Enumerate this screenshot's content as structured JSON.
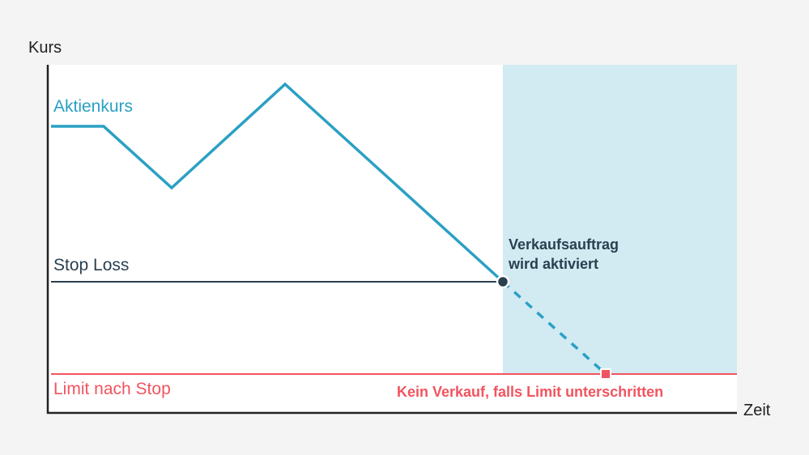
{
  "axes": {
    "y_label": "Kurs",
    "x_label": "Zeit"
  },
  "labels": {
    "series": "Aktienkurs",
    "stop_loss": "Stop Loss",
    "limit": "Limit nach Stop"
  },
  "annotations": {
    "activate_line1": "Verkaufsauftrag",
    "activate_line2": "wird aktiviert",
    "no_sale": "Kein Verkauf, falls Limit unterschritten"
  },
  "colors": {
    "price": "#2aa0c4",
    "stop_loss": "#2a4050",
    "limit": "#f2545f",
    "shade": "#d2eaf2",
    "axis": "#222222"
  },
  "chart_data": {
    "type": "line",
    "title": "",
    "xlabel": "Zeit",
    "ylabel": "Kurs",
    "grid": false,
    "series": [
      {
        "name": "Aktienkurs",
        "style": "solid",
        "points": [
          [
            63,
            156
          ],
          [
            128,
            156
          ],
          [
            212,
            232
          ],
          [
            352,
            104
          ],
          [
            621,
            348
          ]
        ]
      },
      {
        "name": "Aktienkurs (projected)",
        "style": "dashed",
        "points": [
          [
            621,
            348
          ],
          [
            748,
            462
          ]
        ]
      }
    ],
    "reference_lines": [
      {
        "name": "Stop Loss",
        "y": 348,
        "x_range": [
          63,
          621
        ]
      },
      {
        "name": "Limit nach Stop",
        "y": 462,
        "x_range": [
          63,
          910
        ]
      }
    ],
    "markers": [
      {
        "name": "stop-trigger",
        "shape": "circle",
        "x": 621,
        "y": 348
      },
      {
        "name": "limit-hit",
        "shape": "square",
        "x": 748,
        "y": 462
      }
    ],
    "shaded_region": {
      "x_range": [
        621,
        910
      ],
      "label": "Verkaufsauftrag wird aktiviert"
    }
  }
}
